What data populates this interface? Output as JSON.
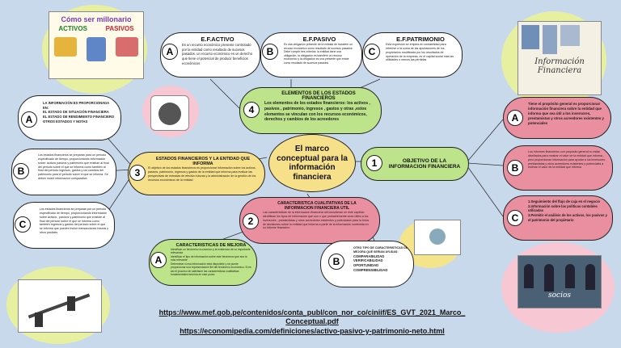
{
  "center": {
    "title": "El marco conceptual para la información financiera"
  },
  "ef": {
    "activo": {
      "letter": "A",
      "title": "E.F.ACTIVO",
      "text": "Es un recurso económico presente controlado por la entidad como resultado de sucesos pasados. un recurso económico es un derecho que tiene el potencial de producir beneficios económicos"
    },
    "pasivo": {
      "letter": "B",
      "title": "E.F.PASIVO",
      "text": "Es una obligación presente de la entidad de transferir un recurso económico como resultado de sucesos pasados. Debe cumplir tres criterios: la entidad tiene una obligación, la obligación es transferir un recurso económico y la obligación es una presente que existe como resultado de sucesos pasados"
    },
    "patrimonio": {
      "letter": "C",
      "title": "E.F.PATRIMONIO",
      "text": "Esta expresión se emplea en contabilidad para referirse a la suma de las aportaciones de los propietarios modificada por los resultados de operación de la empresa, es el capital social más las utilidades o menos las pérdidas"
    }
  },
  "elementos": {
    "num": "4",
    "title": "ELEMENTOS DE LOS ESTADOS FINANCIEROS",
    "text": "Los elementos de los estados financieros: los activos , pasivos , patrimonio, ingresos , gastos y otras ,estos elementos se vinculan con los recursos económicos, derechos y cambios de los acreedores"
  },
  "left": {
    "a": {
      "letter": "A",
      "items": [
        "LA INFORMACIÓN ES PROPORCIONADA EN:",
        "EL ESTADO DE SITUACIÓN FINANCIERA",
        "EL ESTADO DE RENDIMIENTO FINANCIERO",
        "OTROS ESTADOS Y NOTAS"
      ]
    },
    "b": {
      "letter": "B",
      "text": "Los estados financieros se preparan para un periodo especificado de tiempo, proporcionando información sobre: activos pasivos y patrimonio que existían al final del periodo sobre el que se informa como también al final del periodo ingresos, gastos y los cambios del patrimonio para el periodo sobre el que se informa. Se deben incluir información comparativa"
    },
    "c": {
      "letter": "C",
      "text": "Los estados financieros se preparan por un periodo especificado de tiempo, proporcionando información sobre activos , pasivos y patrimonio que existían al final del periodo sobre el que se informa como también ingresos y gastos del periodo sobre el que se informa que pueden incluir transacciones futuras y otros posibles"
    }
  },
  "entidad": {
    "num": "3",
    "title": "ESTADOS FINANCIEROS Y LA ENTIDAD QUE INFORMA",
    "text": "El objetivo de los estados financieros es proporcionar información sobre los activos, pasivos, patrimonio, ingresos y gastos de la entidad que informa para evaluar las perspectivas de entradas de efectivo futuras y la administración de la gestión de los recursos económicos de la entidad"
  },
  "objetivo": {
    "num": "1",
    "title": "OBJETIVO DE LA INFORMACION FINANCIERA"
  },
  "right": {
    "a": {
      "letter": "A",
      "text": "Tiene el propósito general es proporcionar información financiera sobre la entidad que informa que sea útil a los inversores, prestamistas y otros acreedores existentes y potenciales"
    },
    "b": {
      "letter": "B",
      "text": "Los informes financieros con propósito general no están diseñados para mostrar el valor de la entidad que informa , pero proporcionan información para ayudar a los inversores , prestamistas y otros acreedores existentes y potenciales a estimar el valor de la entidad que informa"
    },
    "c": {
      "letter": "C",
      "items": [
        "1.Seguimiento del flujo de caja en el negocio",
        "2.Información sobre las políticas contables utilizadas",
        "3.Permitir el análisis de los activos, los pasivos y el patrimonio del propietario"
      ]
    }
  },
  "cualitativas": {
    "num": "2",
    "title": "CARACTERISTICA CUALITATIVAS DE LA INFORMACION FINANCIERA UTIL",
    "text": "Las características de la información financiera útil consideran en este capítulo identifican los tipos de información que son o que probablemente sean útiles a los inversores , prestamistas y otros acreedores existentes y potenciales para la toma de decisiones sobre la entidad que informa a partir de la información contenida en su informe financiero"
  },
  "mejora": {
    "letter": "A",
    "title": "CARACTERISTICAS DE MEJORA",
    "items": [
      "Identificar un fenómeno económico y la existencia de un importante relevancia",
      "Identificar el tipo de información sobre este fenómeno que sea la más relevante",
      "Determinar si esa información está disponible y se puede proporcionar una representación fiel del fenómeno económico. Si es así el proceso de satisfacer las características cualitativas fundamentales termina en este punto"
    ]
  },
  "tipos": {
    "letter": "B",
    "title": "OTRO TIPO DE CARACTERISTICAS DE MEJORA QUE SERIAN AYUDAS:",
    "items": [
      "COMPARABILIDAD",
      "VERIFICABILIDAD",
      "OPORTUNIDAD",
      "COMPRENSIBILIDAD"
    ]
  },
  "images": {
    "millonario": "Cómo ser millonario",
    "activos": "ACTIVOS",
    "pasivos": "PASIVOS",
    "info": "Información Financiera",
    "socios": "socios"
  },
  "links": [
    "https://www.mef.gob.pe/contenidos/conta_publ/con_nor_co/ciniif/ES_GVT_2021_Marco_Conceptual.pdf",
    "https://economipedia.com/definiciones/activo-pasivo-y-patrimonio-neto.html"
  ],
  "colors": {
    "background": "#c9d9ec",
    "pink": "#e98fa0",
    "green": "#bde48a",
    "yellow": "#f7e08a"
  }
}
